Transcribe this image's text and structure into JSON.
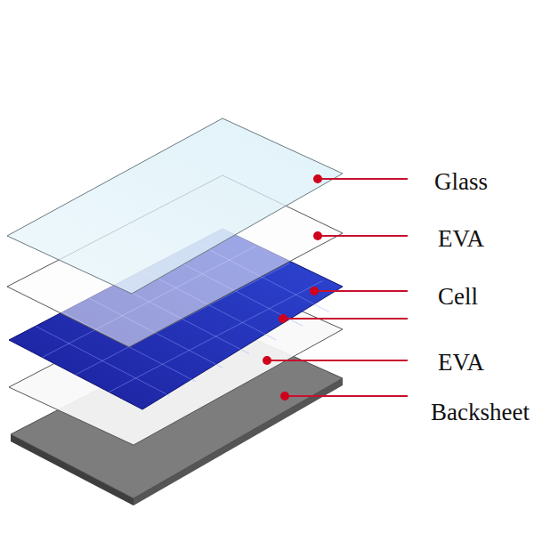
{
  "diagram": {
    "labels": [
      "Glass",
      "EVA",
      "Cell",
      "EVA",
      "Backsheet"
    ]
  }
}
